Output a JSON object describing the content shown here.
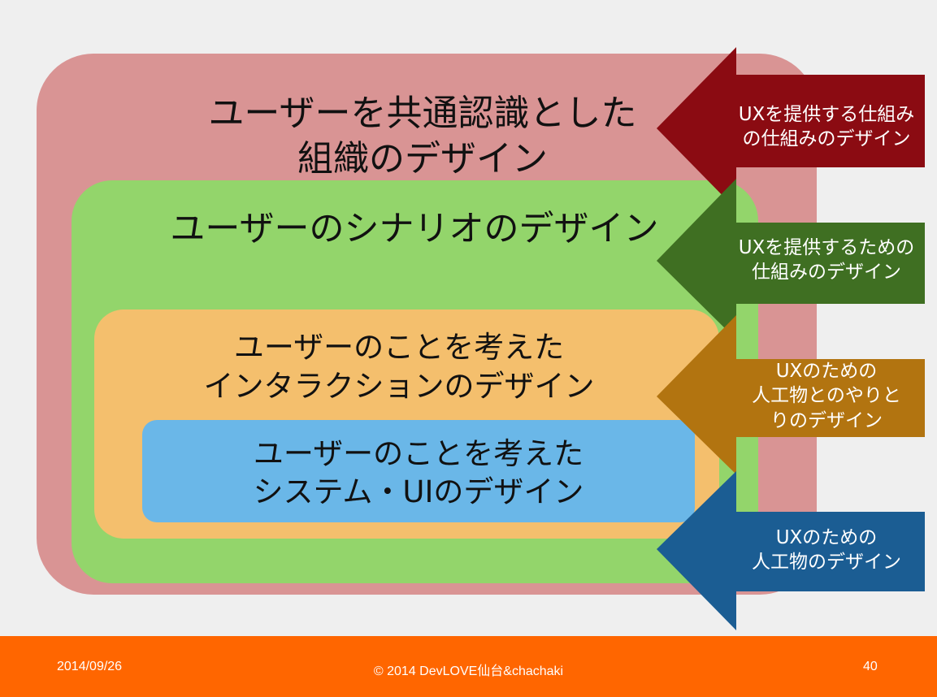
{
  "diagram": {
    "layers": [
      {
        "id": "org",
        "title": "ユーザーを共通認識とした\n組織のデザイン",
        "color": "#d99494"
      },
      {
        "id": "scenario",
        "title": "ユーザーのシナリオのデザイン",
        "color": "#93d56b"
      },
      {
        "id": "interaction",
        "title": "ユーザーのことを考えた\nインタラクションのデザイン",
        "color": "#f4bf6d"
      },
      {
        "id": "system",
        "title": "ユーザーのことを考えた\nシステム・UIのデザイン",
        "color": "#6ab7e8"
      }
    ],
    "arrows": [
      {
        "id": "org",
        "label": "UXを提供する仕組み\nの仕組みのデザイン",
        "color": "#8b0b12"
      },
      {
        "id": "scenario",
        "label": "UXを提供するための\n仕組みのデザイン",
        "color": "#3f6f22"
      },
      {
        "id": "interaction",
        "label": "UXのための\n人工物とのやりと\nりのデザイン",
        "color": "#b27410"
      },
      {
        "id": "system",
        "label": "UXのための\n人工物のデザイン",
        "color": "#1b5d93"
      }
    ]
  },
  "footer": {
    "date": "2014/09/26",
    "copyright": "© 2014 DevLOVE仙台&chachaki",
    "page_number": "40",
    "background": "#ff6600"
  }
}
